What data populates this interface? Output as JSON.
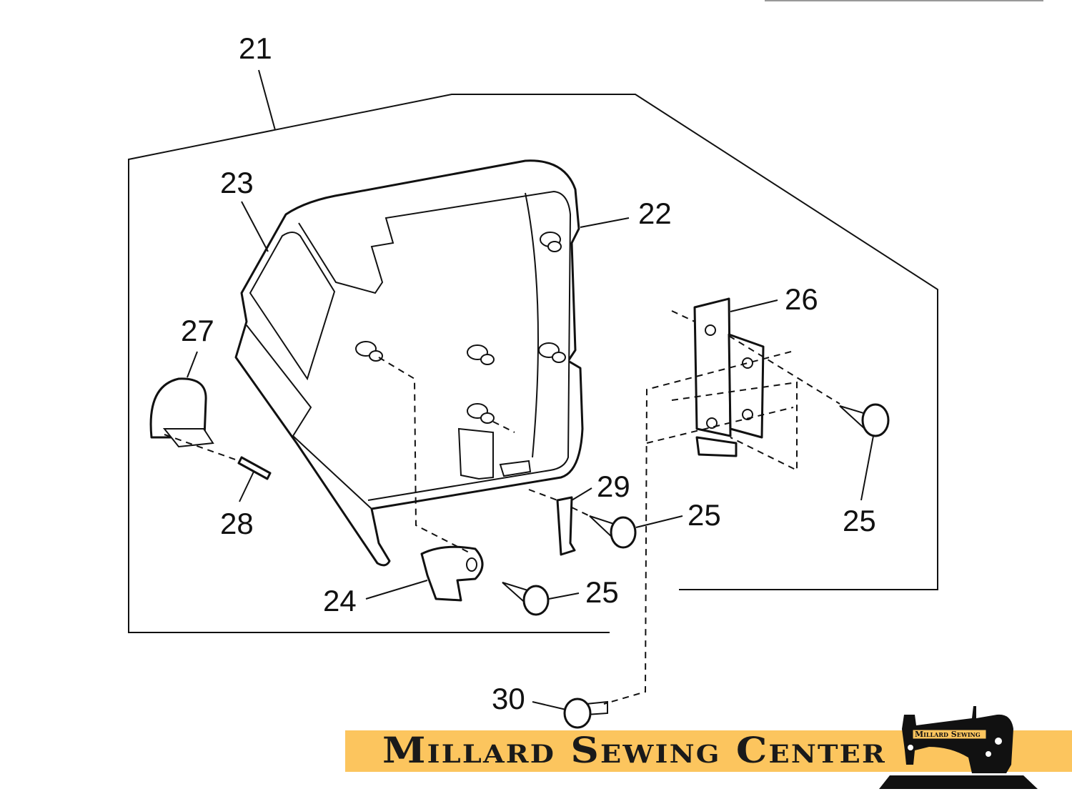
{
  "diagram": {
    "part_labels": [
      {
        "id": "label-21",
        "text": "21"
      },
      {
        "id": "label-23",
        "text": "23"
      },
      {
        "id": "label-22",
        "text": "22"
      },
      {
        "id": "label-26",
        "text": "26"
      },
      {
        "id": "label-27",
        "text": "27"
      },
      {
        "id": "label-29",
        "text": "29"
      },
      {
        "id": "label-25a",
        "text": "25"
      },
      {
        "id": "label-25b",
        "text": "25"
      },
      {
        "id": "label-28",
        "text": "28"
      },
      {
        "id": "label-24",
        "text": "24"
      },
      {
        "id": "label-25c",
        "text": "25"
      },
      {
        "id": "label-30",
        "text": "30"
      }
    ]
  },
  "branding": {
    "banner_text": "Millard Sewing Center",
    "logo_plate_text": "Millard Sewing",
    "banner_color": "#fcc55e"
  }
}
